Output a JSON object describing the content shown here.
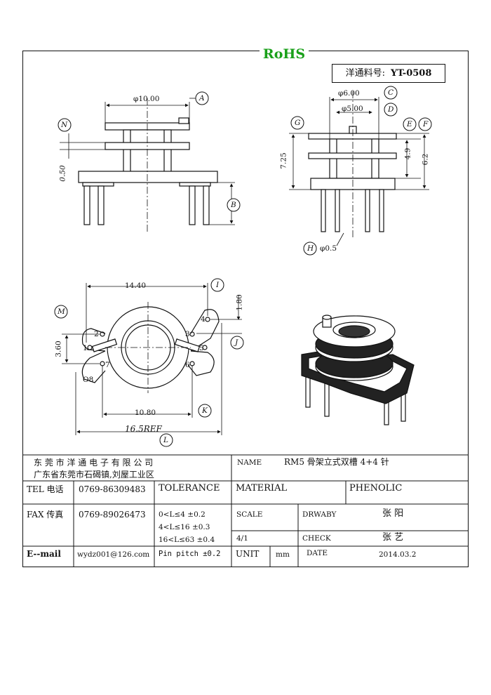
{
  "header": {
    "rohs": "RoHS",
    "part_label": "洋通料号:",
    "part_no": "YT-0508"
  },
  "dimensions": {
    "d_10": "φ10.00",
    "d_6": "φ6.00",
    "d_5": "φ5.00",
    "h_725": "7.25",
    "h_49": "4.9",
    "h_62": "6.2",
    "t_050": "0.50",
    "pin_d": "φ0.5",
    "w_1440": "14.40",
    "w_1080": "10.80",
    "w_165": "16.5REF",
    "h_180": "1.80",
    "h_360": "3.60"
  },
  "callouts": [
    "A",
    "B",
    "C",
    "D",
    "E",
    "F",
    "G",
    "H",
    "I",
    "J",
    "K",
    "L",
    "M",
    "N"
  ],
  "pins": [
    "1",
    "2",
    "3",
    "4",
    "5",
    "6",
    "7",
    "O8"
  ],
  "title_block": {
    "company": "东 莞 市 洋 通 电 子 有 限 公 司",
    "address": "广东省东莞市石碣镇,刘屋工业区",
    "name_label": "NAME",
    "name_value": "RM5 骨架立式双槽 4+4 针",
    "tel_label": "TEL 电话",
    "tel_value": "0769-86309483",
    "tolerance_label": "TOLERANCE",
    "material_label": "MATERIAL",
    "material_value": "PHENOLIC",
    "fax_label": "FAX 传真",
    "fax_value": "0769-89026473",
    "tol_1": "0<L≤4  ±0.2",
    "tol_2": "4<L≤16  ±0.3",
    "tol_3": "16<L≤63  ±0.4",
    "tol_4": "Pin pitch ±0.2",
    "scale_label": "SCALE",
    "scale_value": "4/1",
    "drawby_label": "DRWABY",
    "drawby_value": "张 阳",
    "check_label": "CHECK",
    "check_value": "张 艺",
    "email_label": "E--mail",
    "email_value": "wydz001@126.com",
    "unit_label": "UNIT",
    "unit_value": "mm",
    "date_label": "DATE",
    "date_value": "2014.03.2"
  }
}
